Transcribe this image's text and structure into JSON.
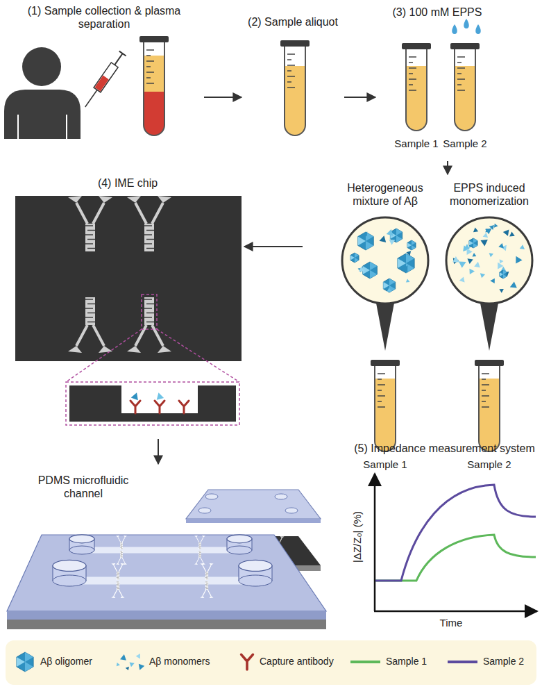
{
  "diagram": {
    "nodes": [
      {
        "text": [
          "(1) Sample collection & plasma separation"
        ]
      },
      {
        "text": [
          "(2) Sample aliquot"
        ]
      },
      {
        "text": [
          "(3) 100 mM EPPS",
          "Sample 1",
          "Sample 2"
        ]
      },
      {
        "text": [
          "Heterogeneous mixture of Aβ",
          "Sample 1"
        ]
      },
      {
        "text": [
          "EPPS induced monomerization",
          "Sample 2"
        ]
      },
      {
        "text": [
          "(4) IME chip"
        ]
      },
      {
        "text": [
          "PDMS microfluidic channel"
        ]
      },
      {
        "text": [
          "(5) Impedance measurement system"
        ]
      }
    ],
    "edges": [
      {
        "from": 0,
        "to": 1,
        "arrow": "to"
      },
      {
        "from": 1,
        "to": 2,
        "arrow": "to"
      },
      {
        "from": 2,
        "to": 4,
        "arrow": "to"
      },
      {
        "from": 3,
        "to": 5,
        "arrow": "to"
      },
      {
        "from": 5,
        "to": 6,
        "arrow": "to"
      }
    ],
    "labels": [
      "|ΔZ/Z₀| (%)",
      "Time"
    ],
    "legend": [
      {
        "text": "Aβ oligomer"
      },
      {
        "text": "Aβ monomers"
      },
      {
        "text": "Capture antibody"
      },
      {
        "text": "Sample 1"
      },
      {
        "text": "Sample 2"
      }
    ]
  }
}
